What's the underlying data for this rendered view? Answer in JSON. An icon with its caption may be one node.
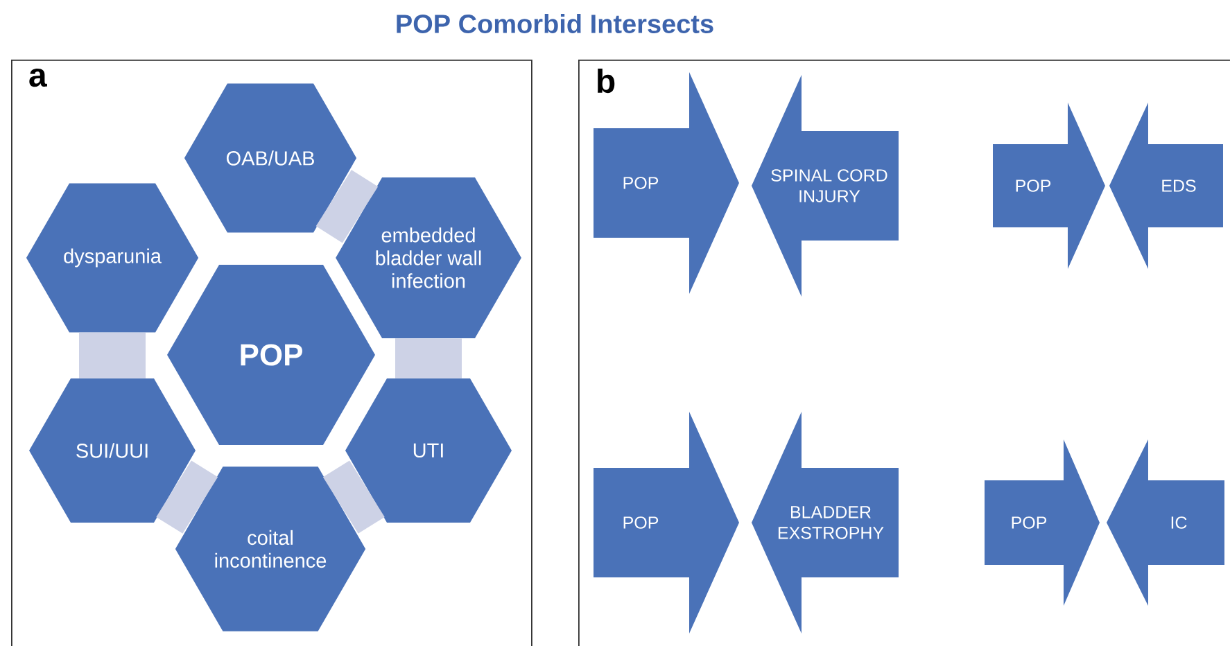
{
  "diagram": {
    "title": "POP Comorbid Intersects",
    "nodes": [
      {
        "text": [
          "a"
        ]
      },
      {
        "text": [
          "OAB/UAB"
        ],
        "in": 0
      },
      {
        "text": [
          "dysparunia"
        ],
        "in": 0
      },
      {
        "text": [
          "embedded bladder wall infection"
        ],
        "in": 0
      },
      {
        "text": [
          "POP"
        ],
        "in": 0
      },
      {
        "text": [
          "SUI/UUI"
        ],
        "in": 0
      },
      {
        "text": [
          "UTI"
        ],
        "in": 0
      },
      {
        "text": [
          "coital incontinence"
        ],
        "in": 0
      },
      {
        "text": [
          "b"
        ]
      },
      {
        "text": [
          "POP"
        ],
        "in": 8
      },
      {
        "text": [
          "SPINAL CORD INJURY"
        ],
        "in": 8
      },
      {
        "text": [
          "POP"
        ],
        "in": 8
      },
      {
        "text": [
          "EDS"
        ],
        "in": 8
      },
      {
        "text": [
          "POP"
        ],
        "in": 8
      },
      {
        "text": [
          "BLADDER EXSTROPHY"
        ],
        "in": 8
      },
      {
        "text": [
          "POP"
        ],
        "in": 8
      },
      {
        "text": [
          "IC"
        ],
        "in": 8
      }
    ],
    "edges": [
      {
        "from": 1,
        "to": 3,
        "arrow": "none"
      },
      {
        "from": 2,
        "to": 5,
        "arrow": "none"
      },
      {
        "from": 3,
        "to": 6,
        "arrow": "none"
      },
      {
        "from": 5,
        "to": 7,
        "arrow": "none"
      },
      {
        "from": 7,
        "to": 6,
        "arrow": "none"
      }
    ]
  }
}
